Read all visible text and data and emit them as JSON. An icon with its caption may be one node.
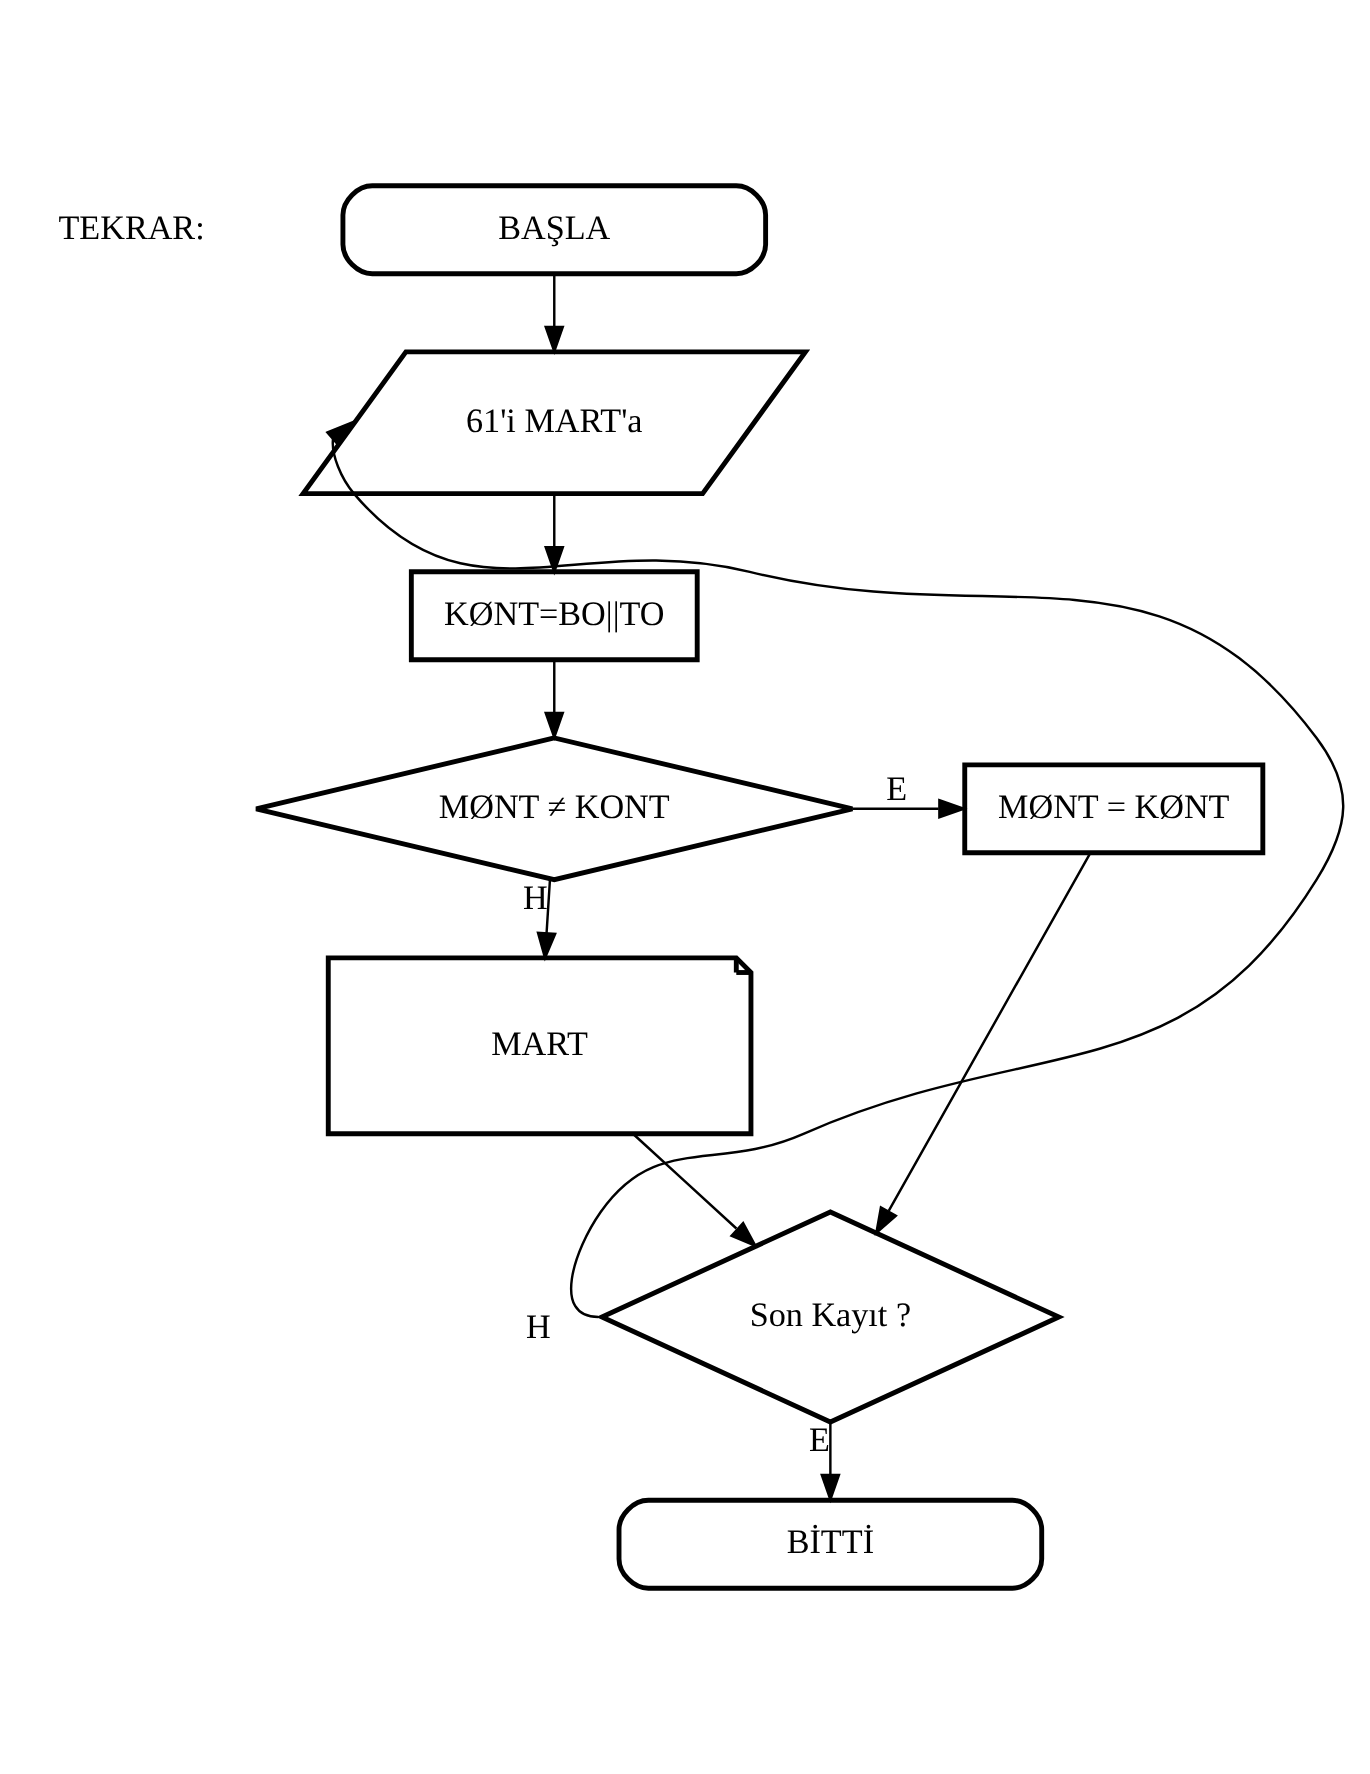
{
  "diagram": {
    "nodes": [
      {
        "text": [
          "BAŞLA"
        ]
      },
      {
        "text": [
          "61'i MART'a"
        ]
      },
      {
        "text": [
          "KØNT=BO||TO"
        ]
      },
      {
        "text": [
          "MØNT ≠ KONT"
        ]
      },
      {
        "text": [
          "MØNT = KØNT"
        ]
      },
      {
        "text": [
          "MART"
        ]
      },
      {
        "text": [
          "Son Kayıt ?"
        ]
      },
      {
        "text": [
          "BİTTİ"
        ]
      }
    ],
    "edges": [
      {
        "from": 0,
        "to": 1,
        "arrow": "to"
      },
      {
        "from": 1,
        "to": 2,
        "arrow": "to"
      },
      {
        "from": 2,
        "to": 3,
        "arrow": "to"
      },
      {
        "from": 3,
        "to": 4,
        "arrow": "to",
        "label": "E"
      },
      {
        "from": 3,
        "to": 5,
        "arrow": "to",
        "label": "H"
      },
      {
        "from": 4,
        "to": 6,
        "arrow": "to"
      },
      {
        "from": 5,
        "to": 6,
        "arrow": "to"
      },
      {
        "from": 6,
        "to": 1,
        "arrow": "to",
        "label": "H"
      },
      {
        "from": 6,
        "to": 7,
        "arrow": "to",
        "label": "E"
      }
    ],
    "labels": [
      "TEKRAR:"
    ]
  }
}
